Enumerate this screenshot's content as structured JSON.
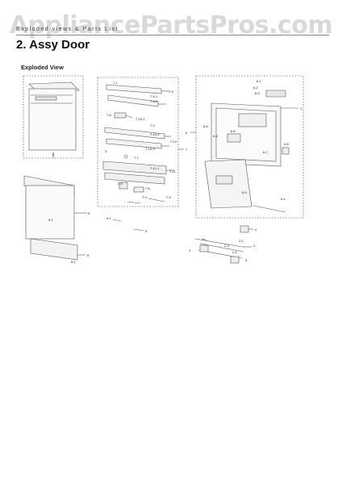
{
  "watermark": "AppliancePartsPros.com",
  "header": {
    "section_label": "Exploded views & Parts List"
  },
  "title": "2.  Assy Door",
  "subtitle": "Exploded View",
  "callouts": {
    "c0": "0",
    "c7_1": "7-1",
    "c7_2": "7-2",
    "c7_3": "7-3",
    "c7_4": "7-4",
    "c7_5": "7-5",
    "c7_6": "7-6",
    "c7_7": "7-7",
    "c7_8": "7-8",
    "c7_9": "7-9",
    "c7_9_1": "7-9-1",
    "c7_9_2": "7-9-2",
    "c7_10": "7-10",
    "c7_10_1": "7-10-1",
    "c7_10_2": "7-10-2",
    "c7_10_3": "7-10-3",
    "c7_11": "7-11",
    "c7_11_1": "7-11-1",
    "c7": "7",
    "c6": "6",
    "c6_1": "6-1",
    "c6_2": "6-2",
    "c6_3": "6-3",
    "c6_4": "6-4",
    "c6_5": "6-5",
    "c6_6": "6-6",
    "c6_7": "6-7",
    "c6_8": "6-8",
    "c1": "1",
    "c9": "9",
    "c9_1": "9-1",
    "c8": "8",
    "c8_1": "8-1",
    "c5": "5",
    "c4": "4",
    "c2": "2",
    "c2_1": "2-1",
    "c2_2": "2-2",
    "c2_3": "2-3",
    "c2a": "2a",
    "c3a": "3",
    "c3b": "3",
    "c5_1": "5-1"
  }
}
